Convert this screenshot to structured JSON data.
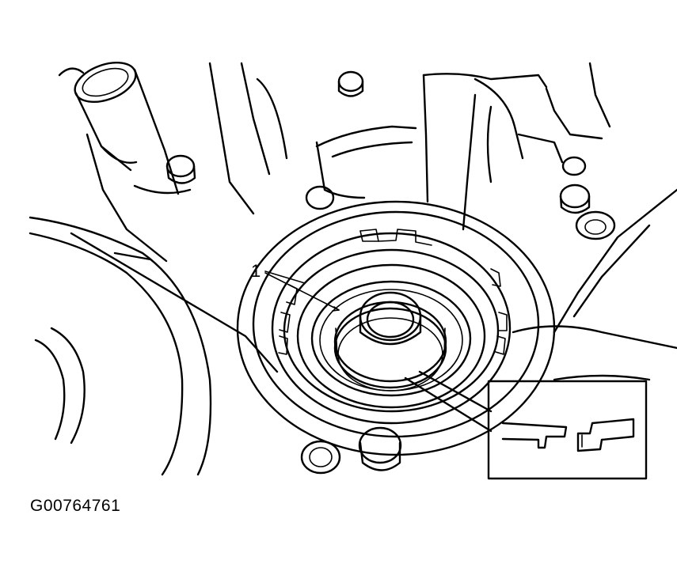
{
  "diagram": {
    "callouts": [
      {
        "id": "1",
        "label": "1"
      }
    ],
    "figure_code": "G00764761",
    "colors": {
      "line": "#000000",
      "background": "#ffffff"
    }
  }
}
